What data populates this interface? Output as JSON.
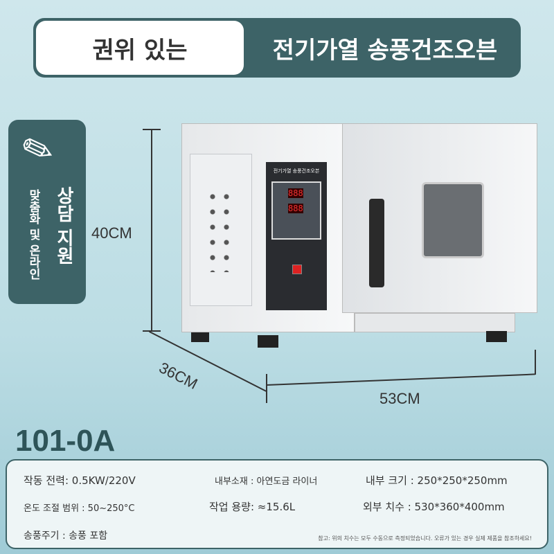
{
  "banner": {
    "left": "권위 있는",
    "right": "전기가열 송풍건조오븐"
  },
  "badge": {
    "icon": "ruler-pencil-icon",
    "line1": "상담 지원",
    "line2": "맞춤화 및 온라인"
  },
  "product": {
    "panel_title": "전기가열 송풍건조오븐",
    "display_top": "888",
    "display_bottom": "888"
  },
  "dimensions": {
    "height": "40CM",
    "depth": "36CM",
    "width": "53CM"
  },
  "model": "101-0A",
  "specs": {
    "power": "작동 전력: 0.5KW/220V",
    "material": "내부소재 : 아연도금 라이너",
    "inner_size": "내부 크기 : 250*250*250mm",
    "temp_range": "온도 조절 범위 : 50~250°C",
    "capacity": "작업 용량: ≈15.6L",
    "outer_size": "외부 치수 : 530*360*400mm",
    "blower": "송풍주기 : 송풍 포함",
    "note": "참고: 위의 치수는 모두 수동으로 측정되었습니다. 오류가 있는 경우 실제 제품을 참조하세요!"
  }
}
